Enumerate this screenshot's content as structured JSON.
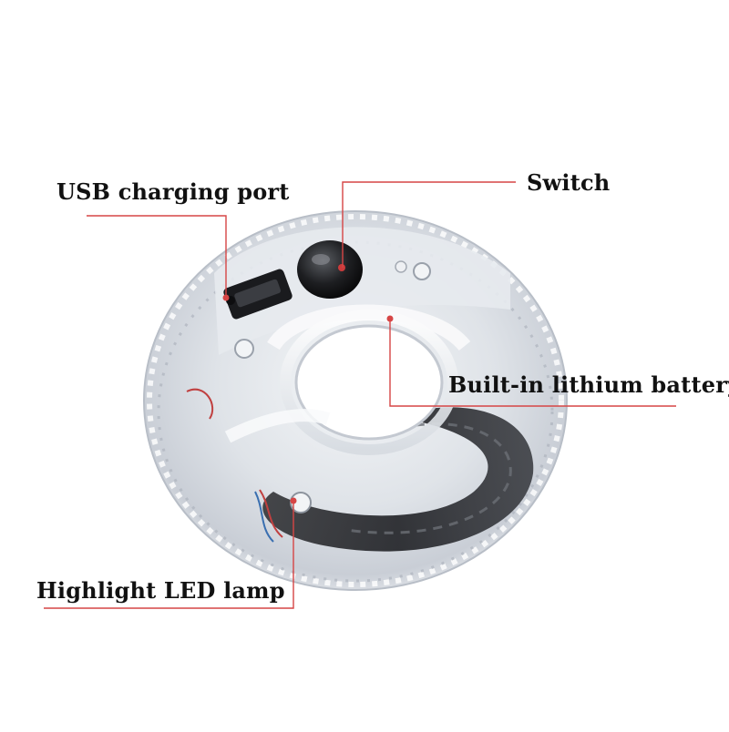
{
  "annotations": {
    "usb_port": "USB charging port",
    "switch": "Switch",
    "battery": "Built-in lithium battery",
    "led_lamp": "Highlight LED lamp"
  },
  "colors": {
    "leader_line": "#d64545",
    "label_text": "#111111",
    "background": "#ffffff"
  }
}
